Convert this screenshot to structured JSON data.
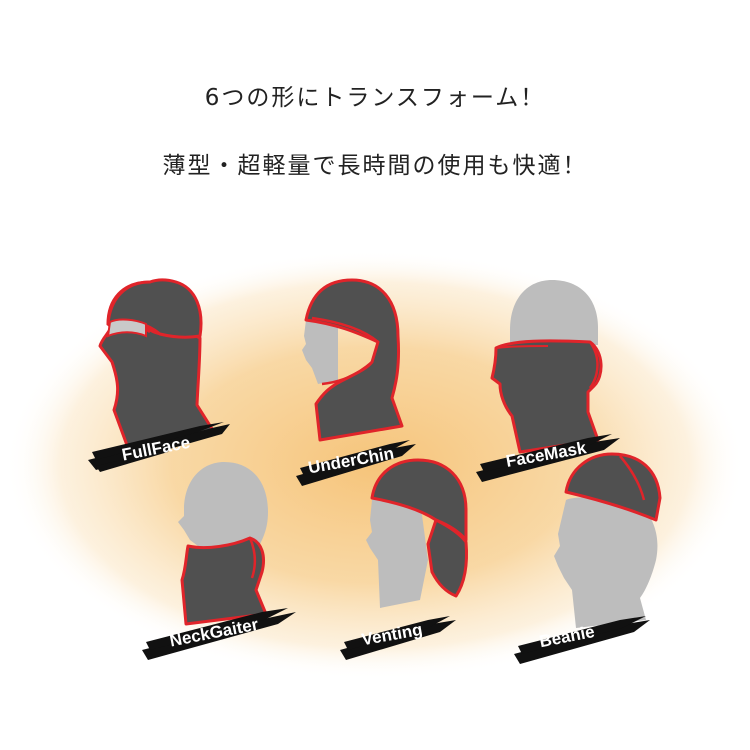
{
  "headline": {
    "line1": "6つの形にトランスフォーム！",
    "line2": "薄型・超軽量で長時間の使用も快適！"
  },
  "colors": {
    "glow": "#f7c981",
    "head_gray": "#bdbdbd",
    "fabric_dark": "#505050",
    "trim_red": "#e0242a",
    "brush_black": "#111111",
    "label_white": "#ffffff"
  },
  "styles": [
    {
      "id": "fullface",
      "label": "FullFace",
      "icon": "full-face-balaclava-icon"
    },
    {
      "id": "underchin",
      "label": "UnderChin",
      "icon": "under-chin-hood-icon"
    },
    {
      "id": "facemask",
      "label": "FaceMask",
      "icon": "face-mask-icon"
    },
    {
      "id": "neckgaiter",
      "label": "NeckGaiter",
      "icon": "neck-gaiter-icon"
    },
    {
      "id": "venting",
      "label": "Venting",
      "icon": "venting-hood-icon"
    },
    {
      "id": "beanie",
      "label": "Beanie",
      "icon": "beanie-icon"
    }
  ]
}
